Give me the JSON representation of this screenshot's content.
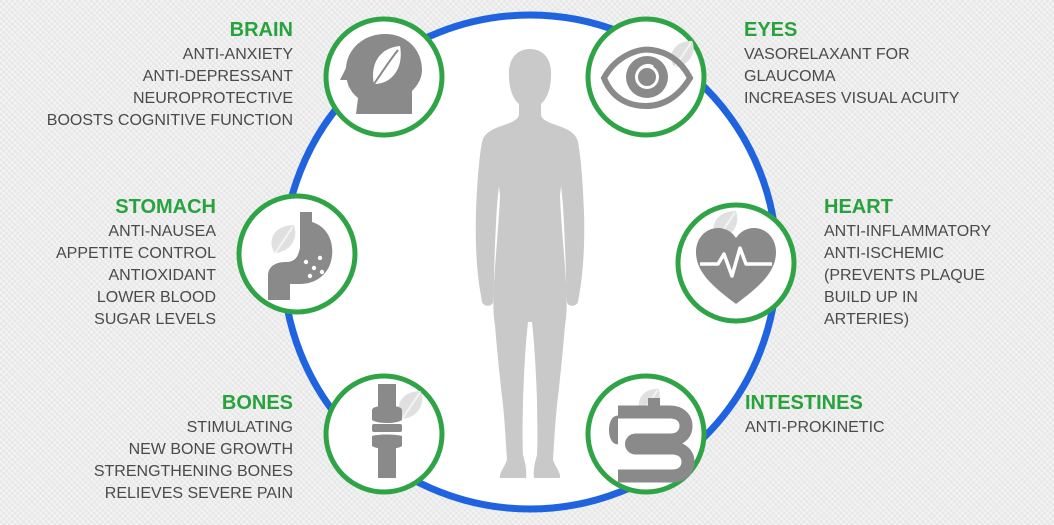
{
  "colors": {
    "heading_green": "#27a23c",
    "ring_blue": "#1f63df",
    "badge_border_green": "#2ea446",
    "icon_gray": "#8a8a8a",
    "figure_gray": "#c9c9c9",
    "text_gray": "#4a4a4a"
  },
  "center": {
    "figure": "human-silhouette"
  },
  "organs": {
    "brain": {
      "heading": "BRAIN",
      "icon": "head-with-leaf-icon",
      "lines": [
        "ANTI-ANXIETY",
        "ANTI-DEPRESSANT",
        "NEUROPROTECTIVE",
        "BOOSTS COGNITIVE FUNCTION"
      ]
    },
    "stomach": {
      "heading": "STOMACH",
      "icon": "stomach-icon",
      "lines": [
        "ANTI-NAUSEA",
        "APPETITE CONTROL",
        "ANTIOXIDANT",
        "LOWER BLOOD",
        "SUGAR LEVELS"
      ]
    },
    "bones": {
      "heading": "BONES",
      "icon": "bone-joint-icon",
      "lines": [
        "STIMULATING",
        "NEW BONE GROWTH",
        "STRENGTHENING BONES",
        "RELIEVES SEVERE PAIN"
      ]
    },
    "eyes": {
      "heading": "EYES",
      "icon": "eye-icon",
      "lines": [
        "VASORELAXANT FOR",
        "GLAUCOMA",
        "INCREASES VISUAL ACUITY"
      ]
    },
    "heart": {
      "heading": "HEART",
      "icon": "heart-pulse-icon",
      "lines": [
        "ANTI-INFLAMMATORY",
        "ANTI-ISCHEMIC",
        "(PREVENTS PLAQUE",
        "BUILD UP IN",
        "ARTERIES)"
      ]
    },
    "intestines": {
      "heading": "INTESTINES",
      "icon": "intestines-icon",
      "lines": [
        "ANTI-PROKINETIC"
      ]
    }
  }
}
